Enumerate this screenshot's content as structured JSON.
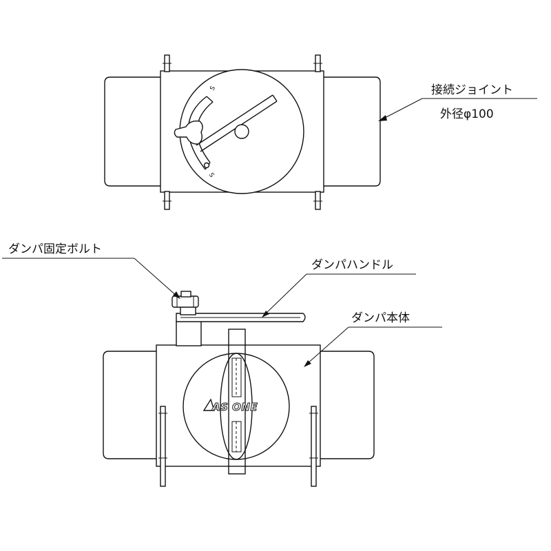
{
  "labels": {
    "joint_line1": "接続ジョイント",
    "joint_line2": "外径φ100",
    "fixing_bolt": "ダンパ固定ボルト",
    "handle": "ダンパハンドル",
    "body": "ダンパ本体"
  },
  "logo_text": "AS ONE",
  "dial_marks": {
    "top": "S",
    "bottom": "S"
  }
}
